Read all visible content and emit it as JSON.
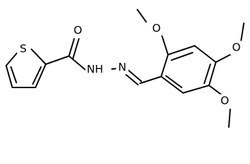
{
  "molecule": {
    "atoms": {
      "thiophene_sulfur": "S",
      "carbonyl_oxygen": "O",
      "hydrazide_nh": "N",
      "hydrazide_h": "H",
      "imine_nitrogen": "N",
      "methoxy_oxygen_1": "O",
      "methoxy_oxygen_2": "O",
      "methoxy_oxygen_3": "O"
    }
  }
}
